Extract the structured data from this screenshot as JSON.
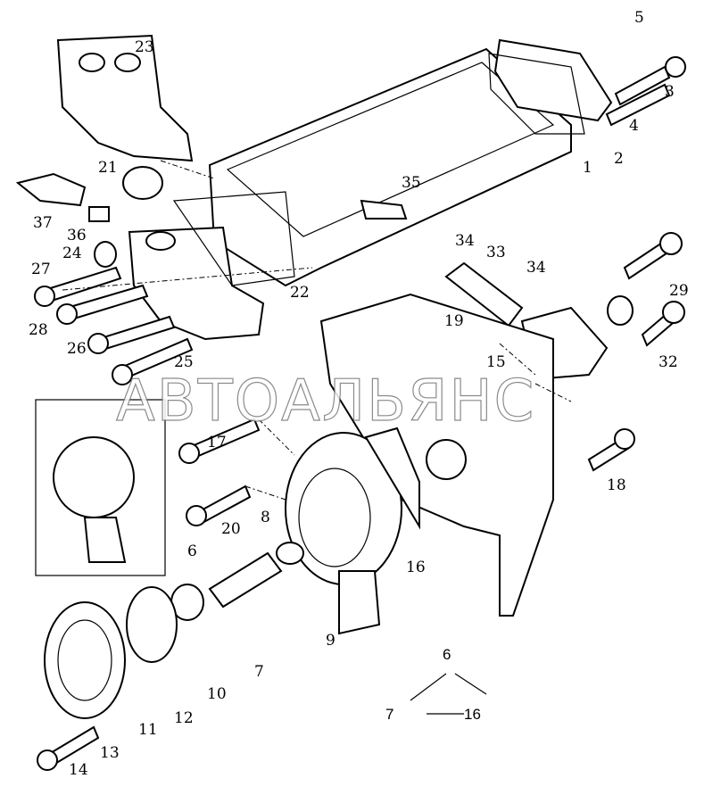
{
  "watermark": "АВТОАЛЬЯНС",
  "labels": {
    "p1": "1",
    "p2": "2",
    "p3": "3",
    "p4": "4",
    "p5": "5",
    "p6": "6",
    "p7": "7",
    "p8": "8",
    "p9": "9",
    "p10": "10",
    "p11": "11",
    "p12": "12",
    "p13": "13",
    "p14": "14",
    "p15": "15",
    "p16": "16",
    "p17": "17",
    "p18": "18",
    "p19": "19",
    "p20": "20",
    "p21": "21",
    "p22": "22",
    "p23": "23",
    "p24": "24",
    "p25": "25",
    "p26": "26",
    "p27": "27",
    "p28": "28",
    "p29": "29",
    "p32": "32",
    "p33": "33",
    "p34a": "34",
    "p34b": "34",
    "p35": "35",
    "p36": "36",
    "p37": "37"
  },
  "legend": {
    "top": "6",
    "left": "7",
    "right": "16"
  }
}
